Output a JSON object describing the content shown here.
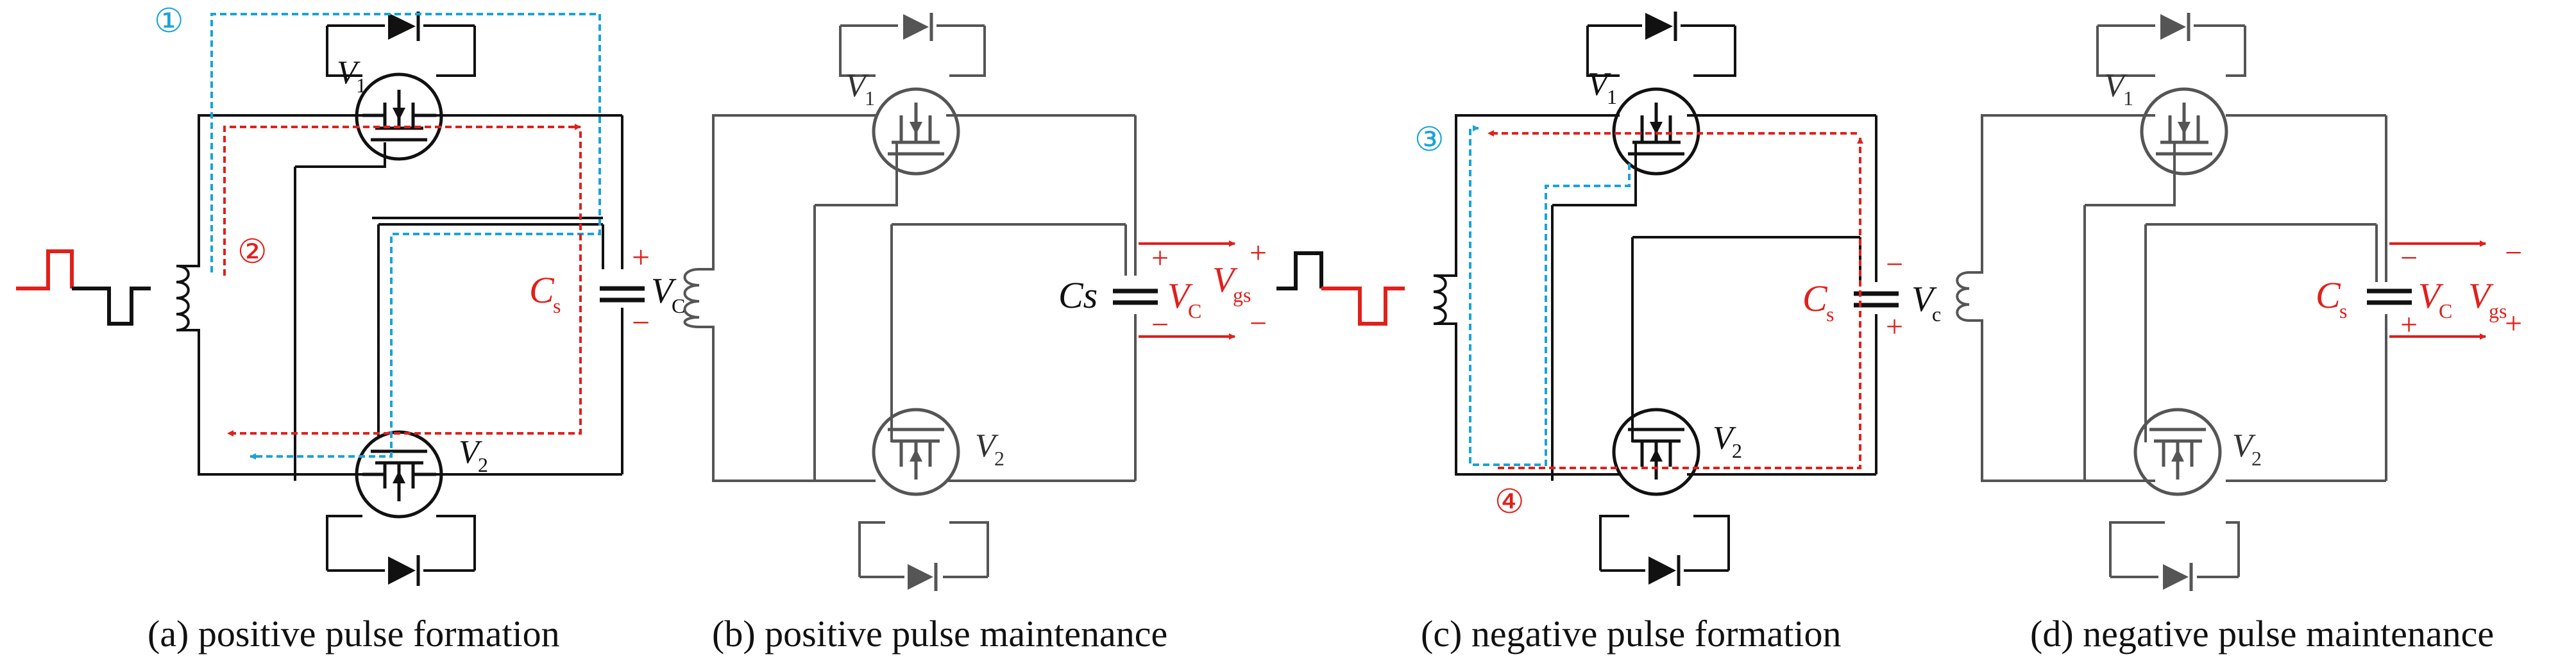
{
  "panels": [
    {
      "id": "a",
      "caption": "(a) positive pulse formation",
      "v1_main": "V",
      "v1_sub": "1",
      "v2_main": "V",
      "v2_sub": "2",
      "cap_main": "C",
      "cap_sub": "s",
      "vc_main": "V",
      "vc_sub": "C",
      "cap_sign_top": "+",
      "cap_sign_bottom": "−",
      "path_markers": [
        "①",
        "②"
      ]
    },
    {
      "id": "b",
      "caption": "(b) positive pulse maintenance",
      "v1_main": "V",
      "v1_sub": "1",
      "v2_main": "V",
      "v2_sub": "2",
      "cap_main": "Cs",
      "vc_main": "V",
      "vc_sub": "C",
      "vgs_main": "V",
      "vgs_sub": "gs",
      "cap_sign_top": "+",
      "cap_sign_bottom": "−",
      "vgs_sign_top": "+",
      "vgs_sign_bottom": "−"
    },
    {
      "id": "c",
      "caption": "(c) negative pulse formation",
      "v1_main": "V",
      "v1_sub": "1",
      "v2_main": "V",
      "v2_sub": "2",
      "cap_main": "C",
      "cap_sub": "s",
      "vc_main": "V",
      "vc_sub": "c",
      "cap_sign_top": "−",
      "cap_sign_bottom": "+",
      "path_markers": [
        "③",
        "④"
      ]
    },
    {
      "id": "d",
      "caption": "(d) negative pulse maintenance",
      "v1_main": "V",
      "v1_sub": "1",
      "v2_main": "V",
      "v2_sub": "2",
      "cap_main": "C",
      "cap_sub": "s",
      "vc_main": "V",
      "vc_sub": "C",
      "vgs_main": "V",
      "vgs_sub": "gs",
      "cap_sign_top": "−",
      "cap_sign_bottom": "+",
      "vgs_sign_top": "−",
      "vgs_sign_bottom": "+"
    }
  ],
  "colors": {
    "active_wire": "#111111",
    "inactive_wire": "#555555",
    "highlight_red": "#e0201b",
    "path_blue": "#1aa3d9",
    "path_red": "#e0201b"
  }
}
